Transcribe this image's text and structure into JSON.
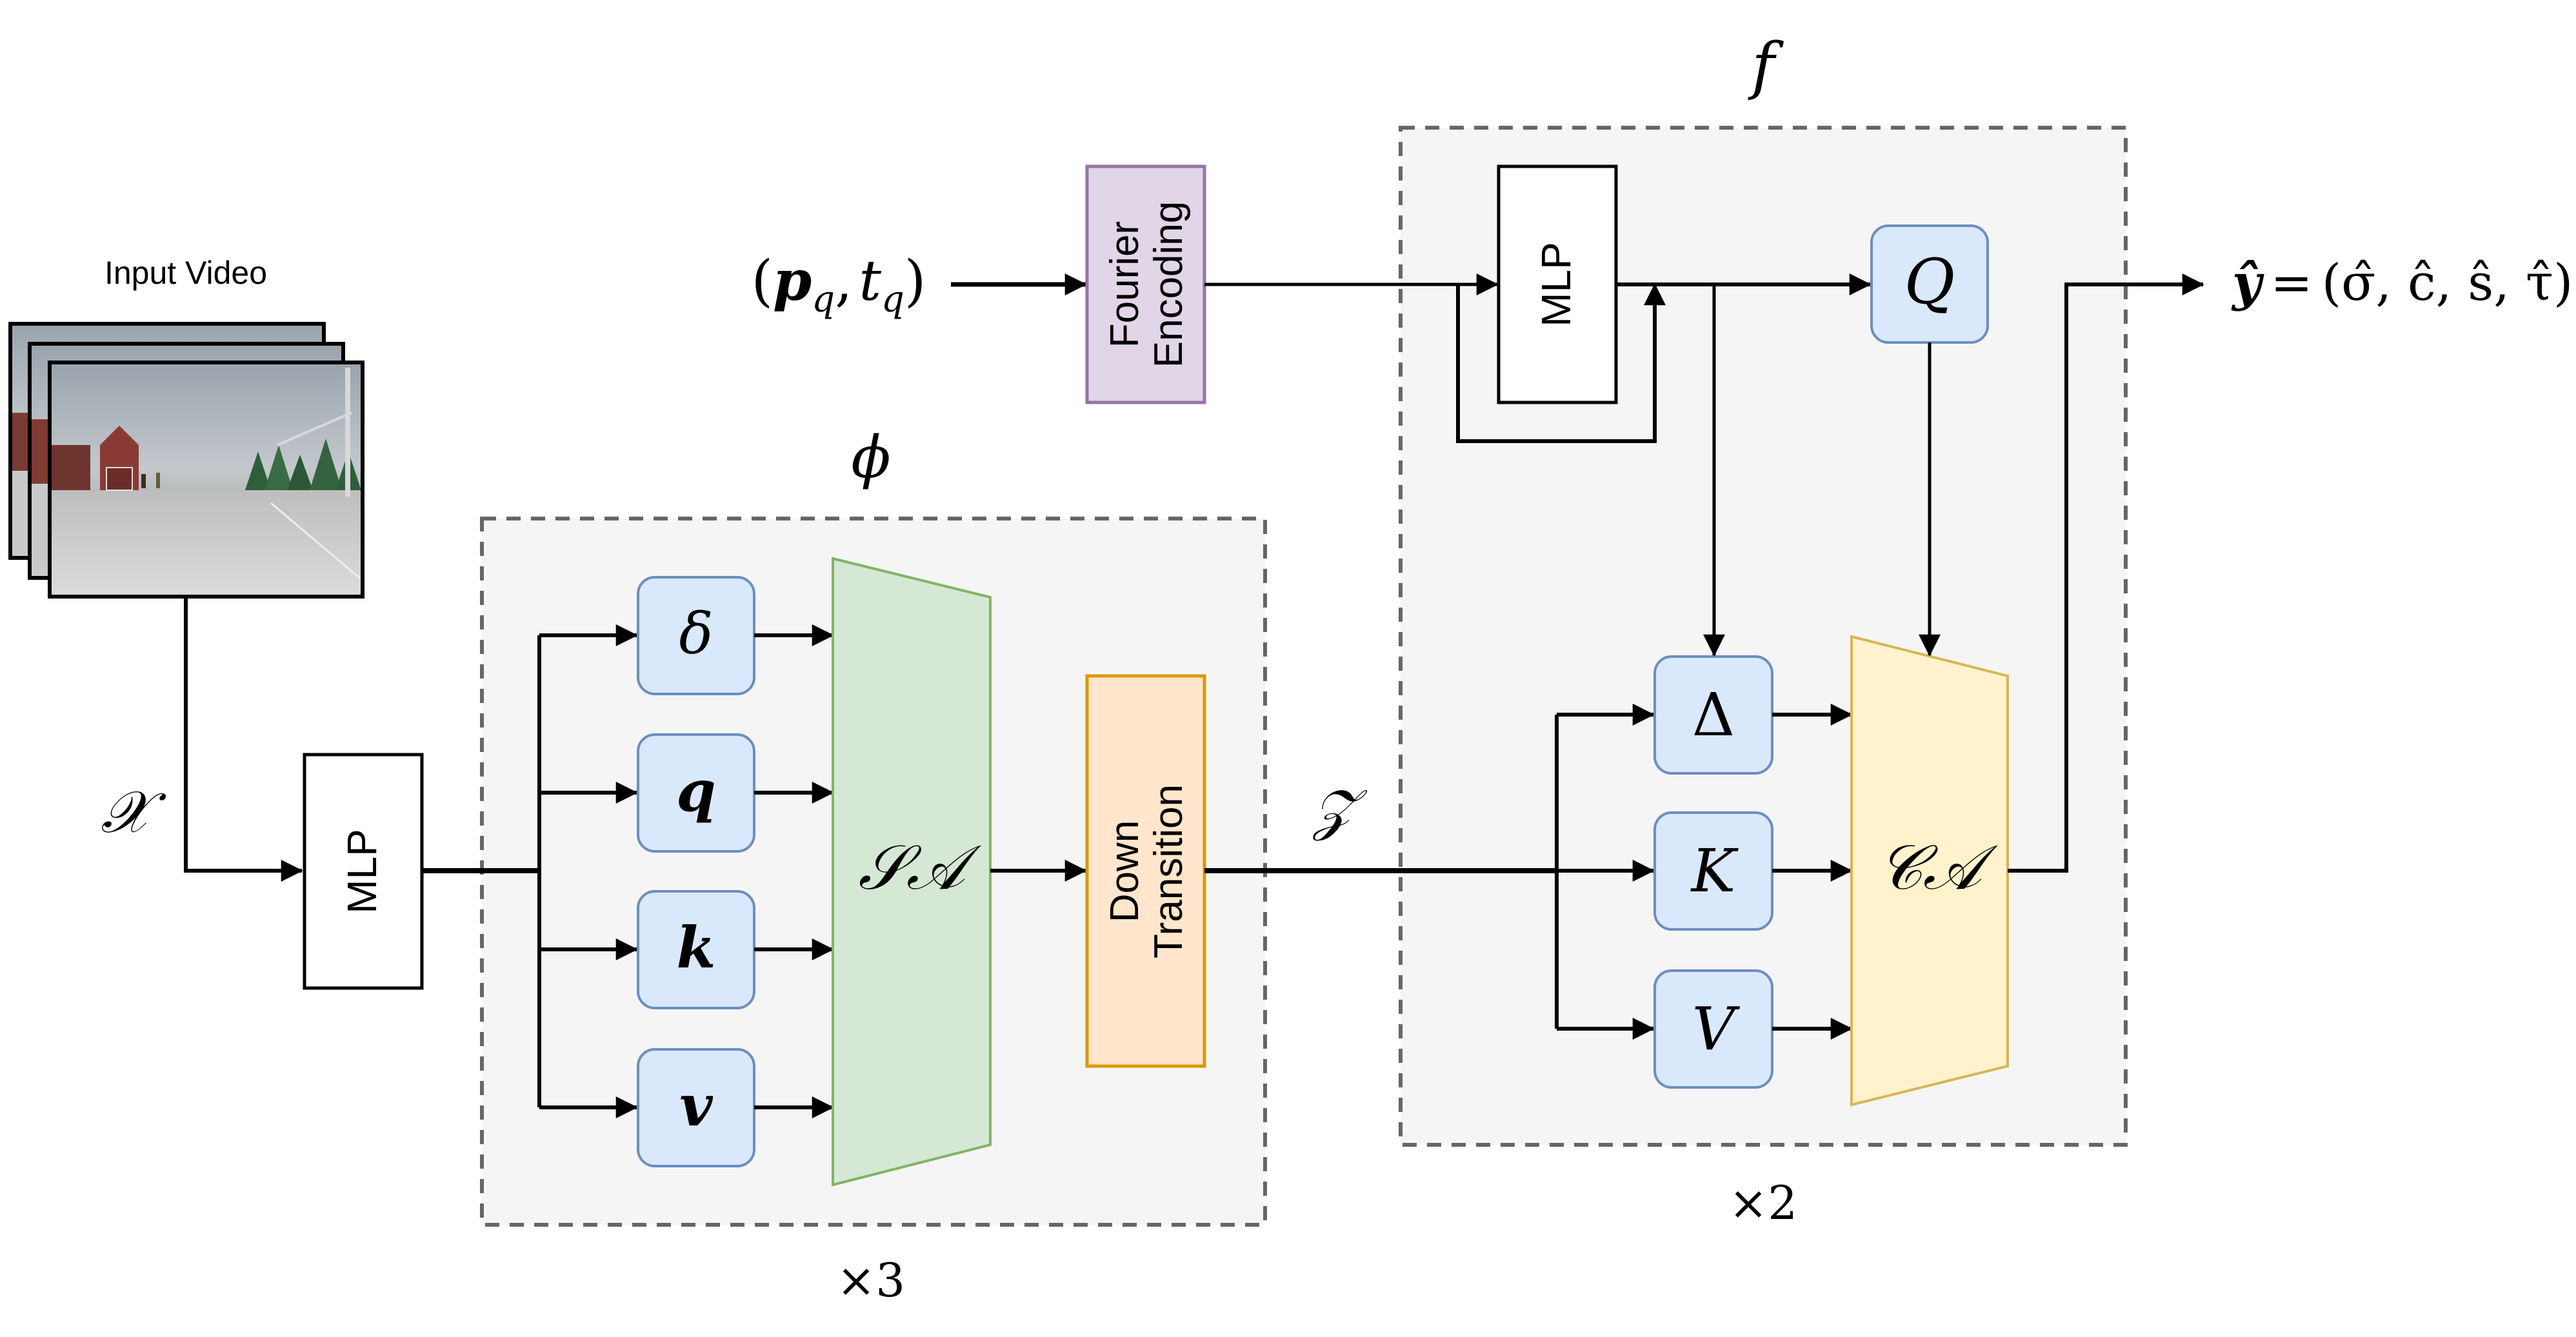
{
  "input": {
    "title": "Input Video",
    "frames_count": 3,
    "video_label": "𝒳"
  },
  "mlp_input": {
    "label": "MLP"
  },
  "encoder": {
    "name": "ϕ",
    "repeat": "×3",
    "branches": [
      "δ",
      "q",
      "k",
      "v"
    ],
    "attention": "𝒮𝒜",
    "down_transition": [
      "Down",
      "Transition"
    ]
  },
  "latent": {
    "label": "𝒵"
  },
  "query": {
    "label_open": "(",
    "p": "p",
    "p_sub": "q",
    "comma": ",",
    "t": "t",
    "t_sub": "q",
    "label_close": ")",
    "fourier": [
      "Fourier",
      "Encoding"
    ]
  },
  "decoder": {
    "name": "f",
    "repeat": "×2",
    "mlp_label": "MLP",
    "q_label": "Q",
    "branches": [
      "Δ",
      "K",
      "V"
    ],
    "attention": "𝒞𝒜"
  },
  "output": {
    "lhs": "ŷ",
    "equals": "=",
    "rhs": "(σ̂, ĉ, ŝ, τ̂)"
  },
  "colors": {
    "container_fill": "#f5f5f5",
    "container_stroke": "#666666",
    "blue_fill": "#dae8fc",
    "blue_stroke": "#6c8ebf",
    "green_fill": "#d5e8d4",
    "green_stroke": "#82b366",
    "orange_fill": "#ffe6cc",
    "orange_stroke": "#d79b00",
    "yellow_fill": "#fff2cc",
    "yellow_stroke": "#d6b656",
    "purple_fill": "#e1d5e7",
    "purple_stroke": "#9673a6"
  }
}
